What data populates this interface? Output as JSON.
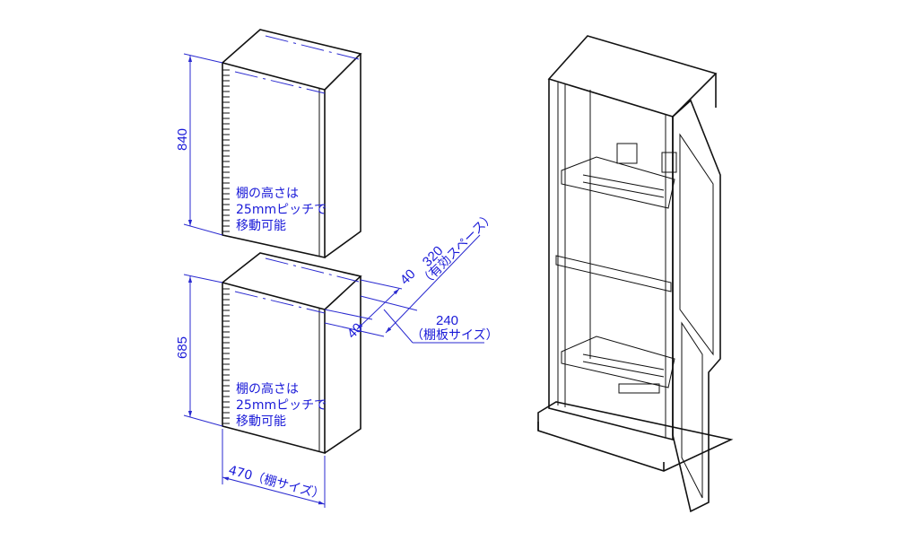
{
  "upper_shelf": {
    "height_dim": "840",
    "note_lines": [
      "棚の高さは",
      "25mmピッチで",
      "移動可能"
    ]
  },
  "lower_shelf": {
    "height_dim": "685",
    "note_lines": [
      "棚の高さは",
      "25mmピッチで",
      "移動可能"
    ],
    "width_dim": "470（棚サイズ）"
  },
  "depth_dims": {
    "offset_front": "40",
    "offset_back": "40",
    "effective_space": "320",
    "effective_space_label": "（有効スペース）",
    "shelf_size": "240",
    "shelf_size_label": "（棚板サイズ）"
  },
  "colors": {
    "dimension": "#2a2ad0",
    "outline": "#111111"
  }
}
